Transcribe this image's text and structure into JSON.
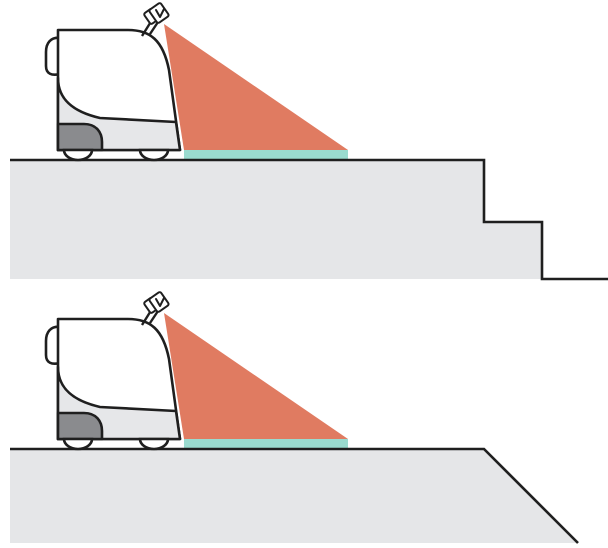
{
  "colors": {
    "background": "#ffffff",
    "ground_fill": "#e5e6e8",
    "outline": "#1f1f1f",
    "robot_body": "#ffffff",
    "robot_shade": "#e6e7e9",
    "robot_bumper": "#8a8b8e",
    "sensor_beam": "#e07b61",
    "detection_zone": "#9adbcf"
  },
  "panels": [
    {
      "id": "top",
      "terrain": "descending-steps",
      "icons": [
        "robot-icon",
        "lidar-sensor-icon"
      ]
    },
    {
      "id": "bottom",
      "terrain": "downward-slope",
      "icons": [
        "robot-icon",
        "lidar-sensor-icon"
      ]
    }
  ]
}
